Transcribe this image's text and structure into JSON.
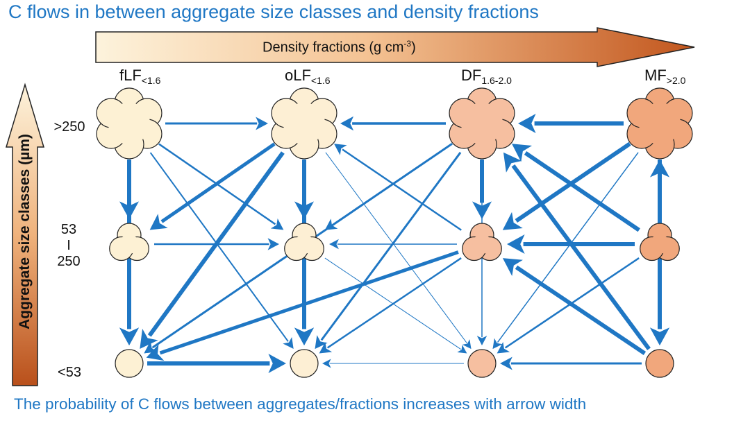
{
  "title": "C flows in between aggregate size classes and density fractions",
  "footer": "The probability of C flows between aggregates/fractions increases with arrow width",
  "density_axis": {
    "label": "Density fractions (g cm",
    "unit_sup": "-3",
    "label_end": ")"
  },
  "aggregate_axis": {
    "label": "Aggregate size classes (µm)"
  },
  "columns": [
    {
      "id": "fLF",
      "base": "fLF",
      "sub": "<1.6",
      "color": "#fdf1d4"
    },
    {
      "id": "oLF",
      "base": "oLF",
      "sub": "<1.6",
      "color": "#fdefd4"
    },
    {
      "id": "DF",
      "base": "DF",
      "sub": "1.6-2.0",
      "color": "#f6bfa0"
    },
    {
      "id": "MF",
      "base": "MF",
      "sub": ">2.0",
      "color": "#f1a77c"
    }
  ],
  "rows": [
    {
      "id": "large",
      "label_lines": [
        ">250"
      ]
    },
    {
      "id": "mid",
      "label_lines": [
        "53",
        "I",
        "250"
      ]
    },
    {
      "id": "small",
      "label_lines": [
        "<53"
      ]
    }
  ],
  "colors": {
    "arrow": "#1f77c4",
    "title": "#1f77c4",
    "outline": "#222222"
  },
  "flows": [
    {
      "from": "fLF-large",
      "to": "oLF-large",
      "w": 3
    },
    {
      "from": "DF-large",
      "to": "oLF-large",
      "w": 3.5
    },
    {
      "from": "MF-large",
      "to": "DF-large",
      "w": 6
    },
    {
      "from": "fLF-large",
      "to": "fLF-mid",
      "w": 6
    },
    {
      "from": "fLF-large",
      "to": "fLF-small",
      "w": 6
    },
    {
      "from": "fLF-large",
      "to": "oLF-mid",
      "w": 2.5
    },
    {
      "from": "fLF-large",
      "to": "oLF-small",
      "w": 2
    },
    {
      "from": "oLF-large",
      "to": "fLF-mid",
      "w": 5
    },
    {
      "from": "oLF-large",
      "to": "fLF-small",
      "w": 6
    },
    {
      "from": "oLF-large",
      "to": "oLF-mid",
      "w": 6
    },
    {
      "from": "oLF-large",
      "to": "oLF-small",
      "w": 6
    },
    {
      "from": "oLF-large",
      "to": "DF-small",
      "w": 1
    },
    {
      "from": "DF-large",
      "to": "DF-mid",
      "w": 6
    },
    {
      "from": "DF-large",
      "to": "DF-small",
      "w": 1.5
    },
    {
      "from": "DF-large",
      "to": "fLF-small",
      "w": 3
    },
    {
      "from": "DF-large",
      "to": "oLF-small",
      "w": 3
    },
    {
      "from": "DF-large",
      "to": "oLF-mid",
      "w": 2.5
    },
    {
      "from": "DF-mid",
      "to": "oLF-large",
      "w": 2.5
    },
    {
      "from": "DF-mid",
      "to": "oLF-small",
      "w": 2.5
    },
    {
      "from": "DF-mid",
      "to": "oLF-mid",
      "w": 1.5
    },
    {
      "from": "DF-small",
      "to": "oLF-small",
      "w": 1
    },
    {
      "from": "oLF-mid",
      "to": "DF-small",
      "w": 1
    },
    {
      "from": "MF-large",
      "to": "DF-mid",
      "w": 6
    },
    {
      "from": "MF-large",
      "to": "DF-small",
      "w": 1.5
    },
    {
      "from": "MF-large",
      "to": "MF-small",
      "w": 6
    },
    {
      "from": "MF-mid",
      "to": "MF-large",
      "w": 6
    },
    {
      "from": "MF-mid",
      "to": "MF-small",
      "w": 6
    },
    {
      "from": "MF-mid",
      "to": "DF-large",
      "w": 6
    },
    {
      "from": "MF-mid",
      "to": "DF-mid",
      "w": 6
    },
    {
      "from": "MF-mid",
      "to": "DF-small",
      "w": 2.5
    },
    {
      "from": "MF-small",
      "to": "DF-large",
      "w": 6
    },
    {
      "from": "MF-small",
      "to": "DF-mid",
      "w": 6
    },
    {
      "from": "MF-small",
      "to": "DF-small",
      "w": 3
    },
    {
      "from": "fLF-mid",
      "to": "fLF-small",
      "w": 6
    },
    {
      "from": "fLF-mid",
      "to": "oLF-mid",
      "w": 2.5
    },
    {
      "from": "fLF-small",
      "to": "oLF-small",
      "w": 6
    },
    {
      "from": "oLF-mid",
      "to": "oLF-small",
      "w": 6
    },
    {
      "from": "oLF-mid",
      "to": "fLF-small",
      "w": 2.5
    },
    {
      "from": "DF-mid",
      "to": "fLF-small",
      "w": 5
    }
  ]
}
